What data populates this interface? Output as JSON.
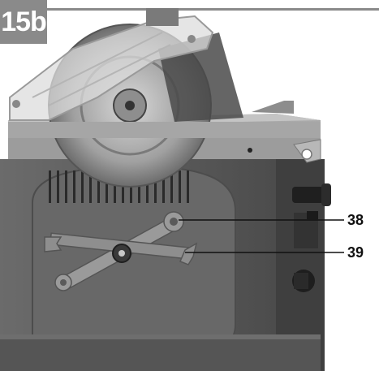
{
  "figure": {
    "label": "15b"
  },
  "callouts": [
    {
      "number": "38"
    },
    {
      "number": "39"
    }
  ],
  "colors": {
    "badge": "#8a8a8a",
    "body": "#5a5a5a",
    "table": "#9a9a9a",
    "guard": "#cfcfcf",
    "leader": "#111111"
  },
  "icons": [
    "saw-blade",
    "blade-guard",
    "ring-spanner",
    "open-end-spanner",
    "rotary-knob",
    "handwheel"
  ]
}
